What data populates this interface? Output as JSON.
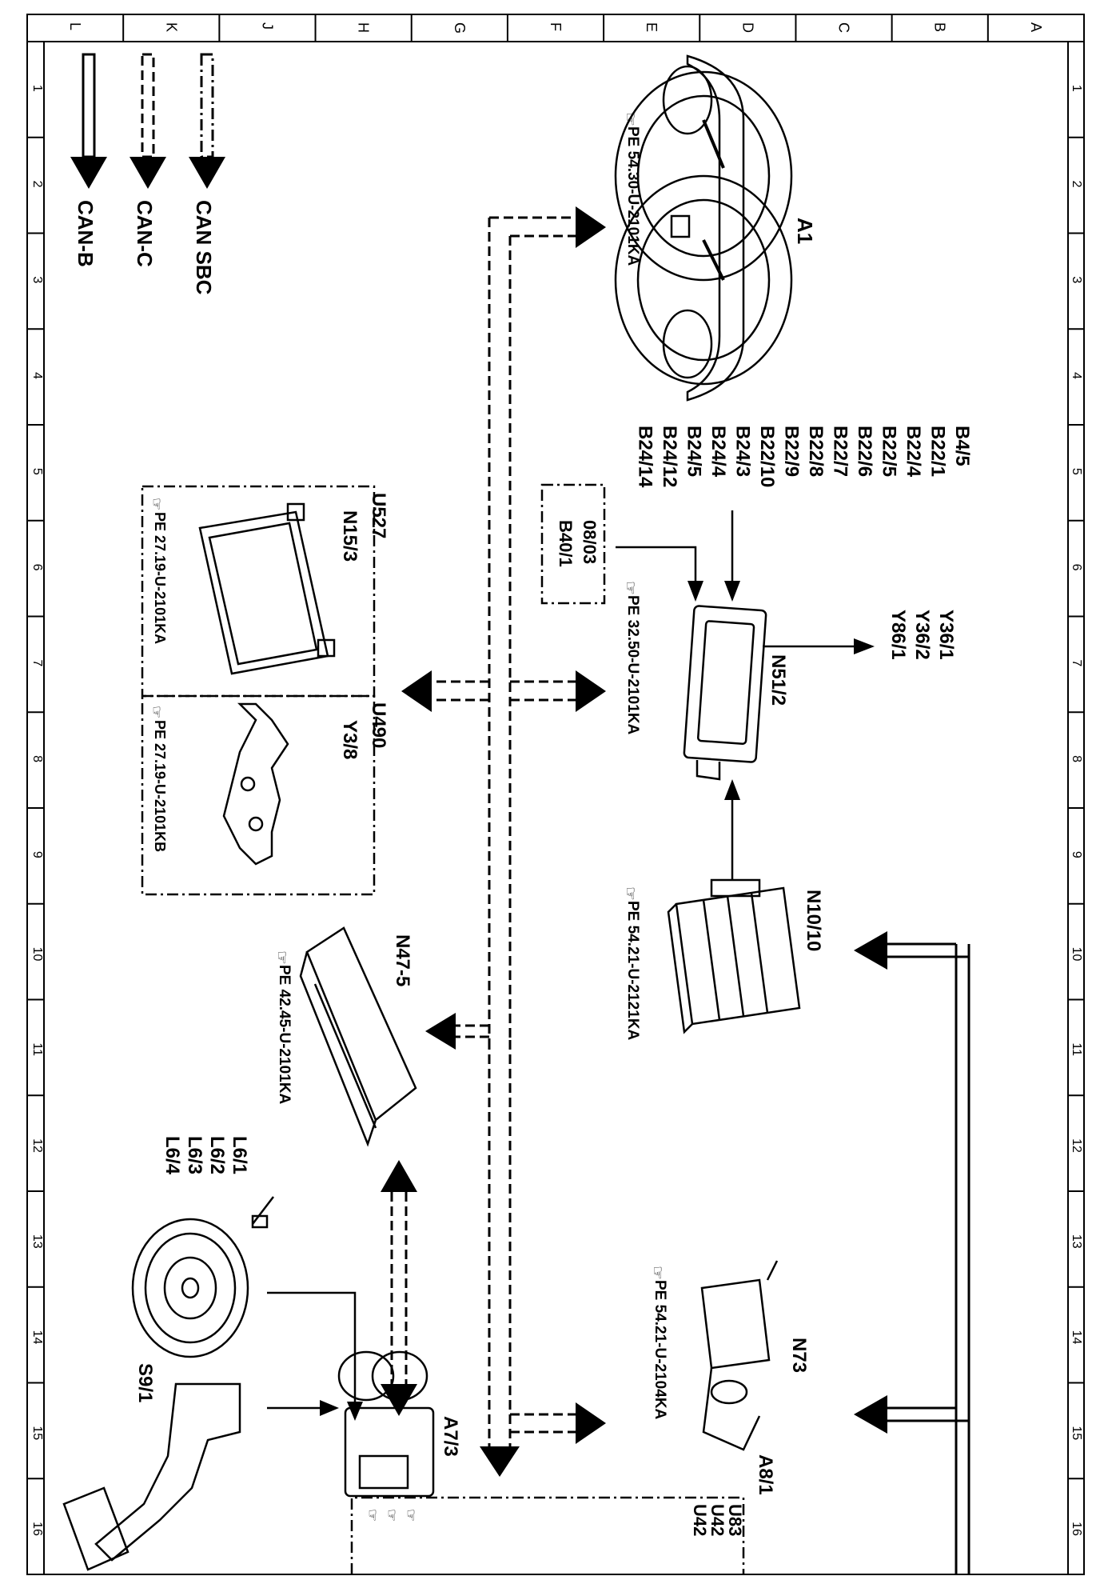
{
  "grid": {
    "letters": [
      "L",
      "K",
      "J",
      "H",
      "G",
      "F",
      "E",
      "D",
      "C",
      "B",
      "A"
    ],
    "numbers": [
      "1",
      "2",
      "3",
      "4",
      "5",
      "6",
      "7",
      "8",
      "9",
      "10",
      "11",
      "12",
      "13",
      "14",
      "15",
      "16"
    ]
  },
  "legend": [
    {
      "name": "CAN-B",
      "style": "solid"
    },
    {
      "name": "CAN-C",
      "style": "dashed"
    },
    {
      "name": "CAN SBC",
      "style": "dashdot"
    }
  ],
  "components": {
    "a1": {
      "id": "A1",
      "ref": "PE 54.30-U-2101KA"
    },
    "n51_2": {
      "id": "N51/2",
      "ref": "PE 32.50-U-2101KA"
    },
    "sensors": [
      "B4/5",
      "B22/1",
      "B22/4",
      "B22/5",
      "B22/6",
      "B22/7",
      "B22/8",
      "B22/9",
      "B22/10",
      "B24/3",
      "B24/4",
      "B24/5",
      "B24/12",
      "B24/14"
    ],
    "outputs": [
      "Y36/1",
      "Y36/2",
      "Y86/1"
    ],
    "b40_box": {
      "line1": "08/03",
      "line2": "B40/1"
    },
    "n10_10": {
      "id": "N10/10",
      "ref": "PE 54.21-U-2121KA"
    },
    "n73": {
      "id": "N73",
      "sub": "A8/1",
      "ref": "PE 54.21-U-2104KA"
    },
    "u527": {
      "code": "U527",
      "id": "N15/3",
      "ref": "PE 27.19-U-2101KA"
    },
    "u490": {
      "code": "U490",
      "id": "Y3/8",
      "ref": "PE 27.19-U-2101KB"
    },
    "n47_5": {
      "id": "N47-5",
      "ref": "PE 42.45-U-2101KA"
    },
    "wheel": [
      "L6/1",
      "L6/2",
      "L6/3",
      "L6/4"
    ],
    "a7_3": {
      "id": "A7/3"
    },
    "s9_1": {
      "id": "S9/1"
    },
    "bottom_box": [
      "U83",
      "U42",
      "U42"
    ]
  }
}
